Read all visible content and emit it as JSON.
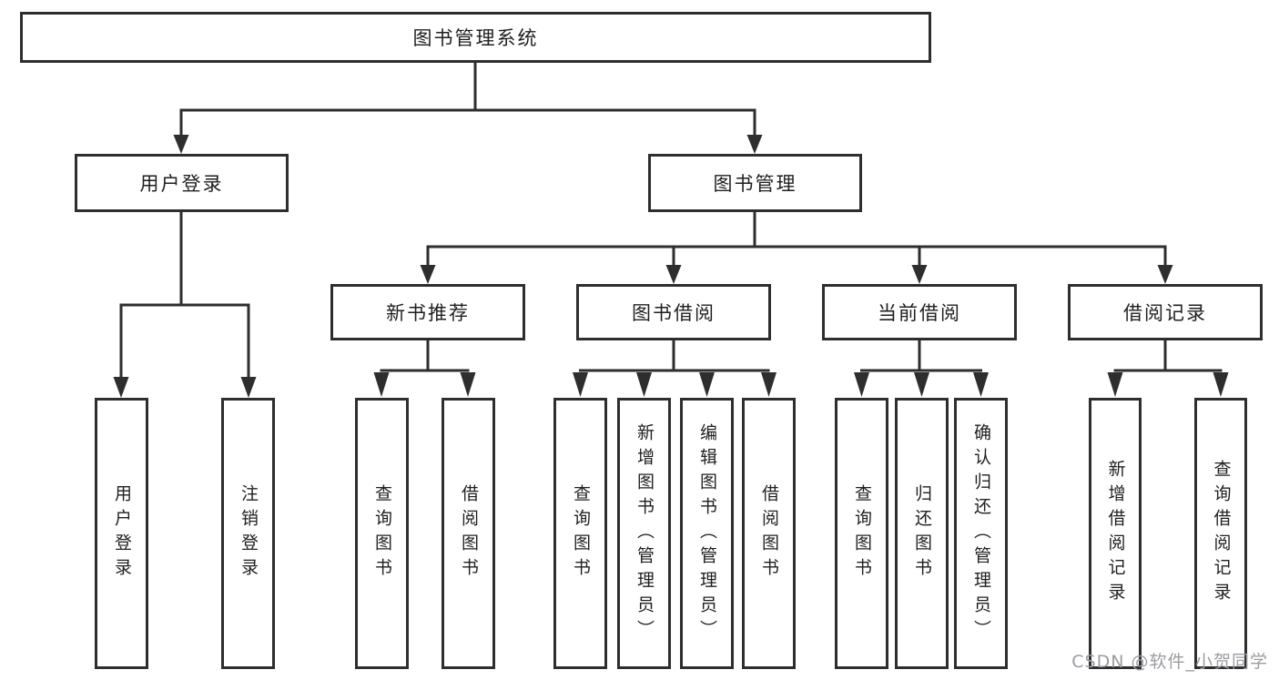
{
  "title": "图书管理系统",
  "level2": {
    "user_login": "用户登录",
    "book_management": "图书管理"
  },
  "level3": {
    "new_book_recommend": "新书推荐",
    "book_borrow": "图书借阅",
    "current_borrow": "当前借阅",
    "borrow_records": "借阅记录"
  },
  "leaves": {
    "user_login": [
      "用户登录",
      "注销登录"
    ],
    "new_book_recommend": [
      "查询图书",
      "借阅图书"
    ],
    "book_borrow": [
      "查询图书",
      "新增图书（管理员）",
      "编辑图书（管理员）",
      "借阅图书"
    ],
    "current_borrow": [
      "查询图书",
      "归还图书",
      "确认归还（管理员）"
    ],
    "borrow_records": [
      "新增借阅记录",
      "查询借阅记录"
    ]
  },
  "watermark": "CSDN @软件_小贺同学",
  "colors": {
    "line": "#2e2e2e",
    "text": "#1f1f1f",
    "background": "#ffffff",
    "watermark": "#9b9ba3"
  }
}
